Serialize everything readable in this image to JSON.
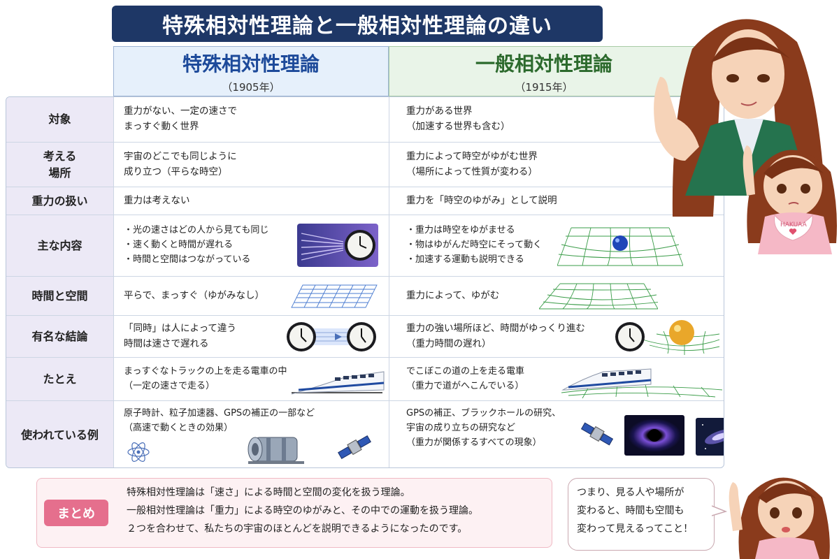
{
  "title": "特殊相対性理論と一般相対性理論の違い",
  "columns": {
    "special": {
      "name": "特殊相対性理論",
      "year": "（1905年）"
    },
    "general": {
      "name": "一般相対性理論",
      "year": "（1915年）"
    }
  },
  "rows": [
    {
      "label": [
        "対象"
      ],
      "special": [
        "重力がない、一定の速さで",
        "まっすぐ動く世界"
      ],
      "general": [
        "重力がある世界",
        "（加速する世界も含む）"
      ]
    },
    {
      "label": [
        "考える",
        "場所"
      ],
      "special": [
        "宇宙のどこでも同じように",
        "成り立つ（平らな時空）"
      ],
      "general": [
        "重力によって時空がゆがむ世界",
        "（場所によって性質が変わる）"
      ]
    },
    {
      "label": [
        "重力の扱い"
      ],
      "special": [
        "重力は考えない"
      ],
      "general": [
        "重力を「時空のゆがみ」として説明"
      ]
    },
    {
      "label": [
        "主な内容"
      ],
      "special": [
        "・光の速さはどの人から見ても同じ",
        "・速く動くと時間が遅れる",
        "・時間と空間はつながっている"
      ],
      "general": [
        "・重力は時空をゆがませる",
        "・物はゆがんだ時空にそって動く",
        "・加速する運動も説明できる"
      ]
    },
    {
      "label": [
        "時間と空間"
      ],
      "special": [
        "平らで、まっすぐ（ゆがみなし）"
      ],
      "general": [
        "重力によって、ゆがむ"
      ]
    },
    {
      "label": [
        "有名な結論"
      ],
      "special": [
        "「同時」は人によって違う",
        "時間は速さで遅れる"
      ],
      "general": [
        "重力の強い場所ほど、時間がゆっくり進む",
        "（重力時間の遅れ）"
      ]
    },
    {
      "label": [
        "たとえ"
      ],
      "special": [
        "まっすぐなトラックの上を走る電車の中",
        "（一定の速さで走る）"
      ],
      "general": [
        "でこぼこの道の上を走る電車",
        "（重力で道がへこんでいる）"
      ]
    },
    {
      "label": [
        "使われている例"
      ],
      "special": [
        "原子時計、粒子加速器、GPSの補正の一部など",
        "（高速で動くときの効果）"
      ],
      "general": [
        "GPSの補正、ブラックホールの研究、",
        "宇宙の成り立ちの研究など",
        "（重力が関係するすべての現象）"
      ]
    }
  ],
  "summary": {
    "badge": "まとめ",
    "lines": [
      "特殊相対性理論は「速さ」による時間と空間の変化を扱う理論。",
      "一般相対性理論は「重力」による時空のゆがみと、その中での運動を扱う理論。",
      "２つを合わせて、私たちの宇宙のほとんどを説明できるようになったのです。"
    ]
  },
  "bubble": {
    "lines": [
      "つまり、見る人や場所が",
      "変わると、時間も空間も",
      "変わって見えるってこと！"
    ]
  },
  "bib_text": "HAKUAA",
  "colors": {
    "banner": "#1e3766",
    "special_accent": "#1d4a9a",
    "general_accent": "#2c6a2d",
    "label_bg": "#ece9f6",
    "summary_badge": "#e56f8d"
  }
}
